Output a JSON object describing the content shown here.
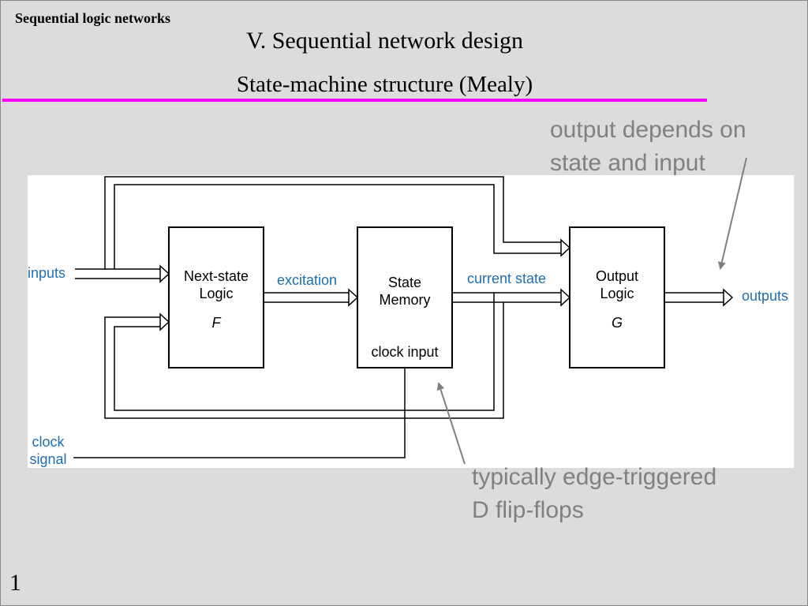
{
  "header": {
    "course_title": "Sequential logic networks",
    "title": "V. Sequential network design",
    "subtitle": "State-machine structure (Mealy)"
  },
  "callouts": {
    "output_note": "output depends on\nstate and input",
    "flipflop_note": "typically edge-triggered\nD flip-flops"
  },
  "diagram": {
    "labels": {
      "inputs": "inputs",
      "excitation": "excitation",
      "current_state": "current state",
      "outputs": "outputs",
      "clock_signal": "clock\nsignal"
    },
    "blocks": {
      "next_state": {
        "name": "Next-state\nLogic",
        "symbol": "F"
      },
      "state_memory": {
        "name": "State\nMemory",
        "sub": "clock input"
      },
      "output_logic": {
        "name": "Output\nLogic",
        "symbol": "G"
      }
    }
  },
  "footer": {
    "slide_number": "1"
  },
  "colors": {
    "rule": "#ff00ff",
    "callout_text": "#808080",
    "label_blue": "#1f6fb0",
    "arrow": "#808080",
    "line": "#000000"
  }
}
